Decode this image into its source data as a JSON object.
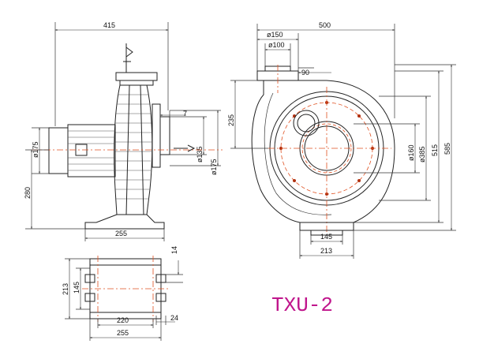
{
  "drawing": {
    "model_label": "TXU-2",
    "colors": {
      "line": "#222222",
      "centerline": "#e05020",
      "model_label": "#c0168c",
      "hatch_fill": "#f4f4f4"
    },
    "side_view": {
      "dims": {
        "overall_width": "415",
        "outlet_thickness": "7",
        "motor_dia": "ø175",
        "inlet_dia_small": "ø135",
        "inlet_dia_large": "ø175",
        "height_to_axis": "280",
        "base_width": "255"
      }
    },
    "front_view": {
      "dims": {
        "outlet_outer_dia": "ø150",
        "outlet_inner_dia": "ø100",
        "overall_width": "500",
        "outlet_offset": "90",
        "outlet_height": "235",
        "inlet_dia": "ø160",
        "casing_dia": "ø385",
        "axis_height": "515",
        "overall_height": "585",
        "base_hole_span": "145",
        "base_width": "213"
      }
    },
    "base_view": {
      "dims": {
        "slot_width": "14",
        "outer_depth": "213",
        "inner_depth": "145",
        "hole_span": "220",
        "slot_length": "24",
        "overall_width": "255"
      }
    }
  }
}
